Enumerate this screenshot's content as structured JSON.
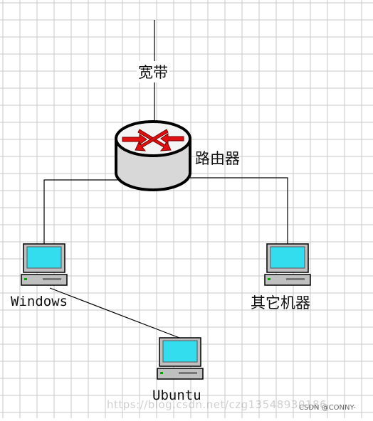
{
  "diagram": {
    "title": "",
    "nodes": {
      "broadband": {
        "label": "宽带"
      },
      "router": {
        "label": "路由器"
      },
      "windows": {
        "label": "Windows"
      },
      "other": {
        "label": "其它机器"
      },
      "ubuntu": {
        "label": "Ubuntu"
      }
    },
    "edges": [
      {
        "from": "broadband",
        "to": "router"
      },
      {
        "from": "router",
        "to": "windows"
      },
      {
        "from": "router",
        "to": "other"
      },
      {
        "from": "windows",
        "to": "ubuntu"
      }
    ],
    "colors": {
      "grid": "#c8c8c8",
      "line": "#000000",
      "router_arrow": "#e01010",
      "router_top": "#f4f4f4",
      "router_side": "#d8d8d8",
      "screen": "#33ddee",
      "computer_body": "#c0c0c0"
    }
  },
  "watermark": {
    "url": "https://blog.csdn.net/czg13548930186",
    "author": "CSDN @CONNY-"
  }
}
